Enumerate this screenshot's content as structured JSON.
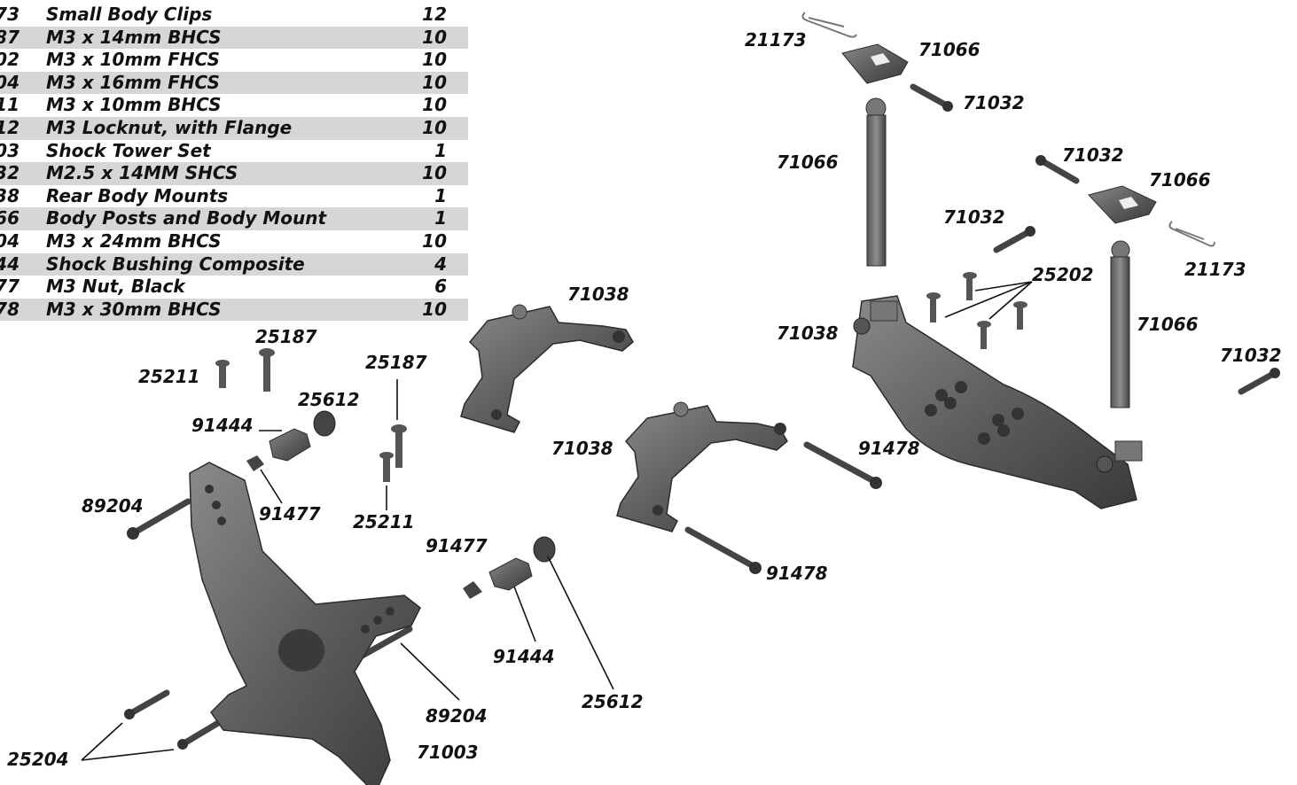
{
  "parts_list": [
    {
      "part": "73",
      "description": "Small Body Clips",
      "qty": "12"
    },
    {
      "part": "87",
      "description": "M3 x 14mm BHCS",
      "qty": "10"
    },
    {
      "part": "02",
      "description": "M3 x 10mm FHCS",
      "qty": "10"
    },
    {
      "part": "04",
      "description": "M3 x 16mm FHCS",
      "qty": "10"
    },
    {
      "part": "11",
      "description": "M3 x 10mm BHCS",
      "qty": "10"
    },
    {
      "part": "12",
      "description": "M3 Locknut, with Flange",
      "qty": "10"
    },
    {
      "part": "03",
      "description": "Shock Tower Set",
      "qty": "1"
    },
    {
      "part": "32",
      "description": "M2.5 x 14MM SHCS",
      "qty": "10"
    },
    {
      "part": "38",
      "description": "Rear Body Mounts",
      "qty": "1"
    },
    {
      "part": "66",
      "description": "Body Posts and Body Mount",
      "qty": "1"
    },
    {
      "part": "04",
      "description": "M3 x 24mm BHCS",
      "qty": "10"
    },
    {
      "part": "44",
      "description": "Shock Bushing Composite",
      "qty": "4"
    },
    {
      "part": "77",
      "description": "M3 Nut, Black",
      "qty": "6"
    },
    {
      "part": "78",
      "description": "M3 x 30mm BHCS",
      "qty": "10"
    }
  ],
  "callouts": [
    "21173",
    "71066",
    "71032",
    "71066",
    "71032",
    "71066",
    "71032",
    "21173",
    "25202",
    "71038",
    "71066",
    "71032",
    "71038",
    "25187",
    "25211",
    "25187",
    "25612",
    "91444",
    "91477",
    "89204",
    "25211",
    "71038",
    "91478",
    "91477",
    "91444",
    "91478",
    "25612",
    "89204",
    "71003",
    "25204"
  ],
  "colors": {
    "part_fill": "#6a6a6a",
    "part_shade": "#3e3e3e",
    "table_shade": "#d6d6d6"
  }
}
